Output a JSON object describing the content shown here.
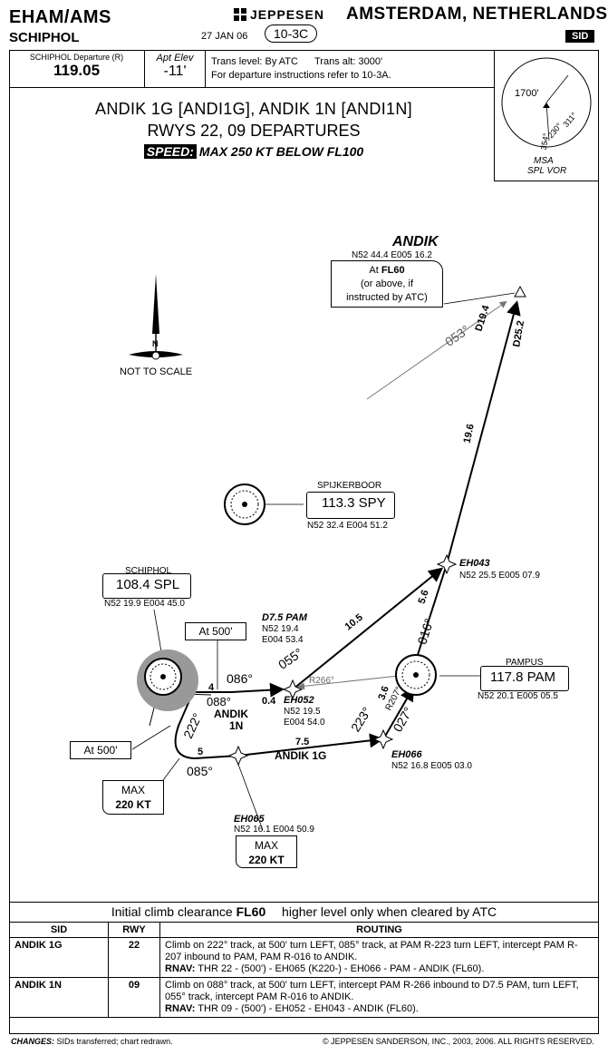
{
  "header": {
    "airport_id": "EHAM/AMS",
    "airport_name": "SCHIPHOL",
    "publisher": "JEPPESEN",
    "city": "AMSTERDAM, NETHERLANDS",
    "date": "27 JAN 06",
    "page": "10-3C",
    "chart_type": "SID"
  },
  "info": {
    "freq_label": "SCHIPHOL Departure (R)",
    "freq": "119.05",
    "elev_label": "Apt Elev",
    "elev": "-11'",
    "trans_level": "Trans level: By ATC",
    "trans_alt": "Trans alt: 3000'",
    "instructions": "For departure instructions refer to 10-3A."
  },
  "msa": {
    "alt": "1700'",
    "radial1": "311°",
    "radial2": "230°",
    "radial3": "354°",
    "label": "MSA",
    "sublabel": "SPL VOR"
  },
  "title": {
    "line1": "ANDIK 1G [ANDI1G], ANDIK 1N [ANDI1N]",
    "line2": "RWYS 22, 09 DEPARTURES",
    "speed_tag": "SPEED:",
    "speed_text": "MAX 250 KT BELOW FL100"
  },
  "map": {
    "north": "N",
    "not_to_scale": "NOT TO SCALE",
    "andik_name": "ANDIK",
    "andik_coords": "N52 44.4 E005 16.2",
    "andik_box_l1": "At",
    "andik_box_fl": "FL60",
    "andik_box_l2": "(or above, if",
    "andik_box_l3": "instructed by ATC)",
    "trk053": "053°",
    "d194": "D19.4",
    "d252": "D25.2",
    "leg196": "19.6",
    "spy_name": "SPIJKERBOOR",
    "spy_freq": "113.3 SPY",
    "spy_coords": "N52 32.4 E004 51.2",
    "eh043": "EH043",
    "eh043_coords": "N52 25.5 E005 07.9",
    "spl_name": "SCHIPHOL",
    "spl_freq": "108.4 SPL",
    "spl_coords": "N52 19.9 E004 45.0",
    "d75pam": "D7.5 PAM",
    "d75_coords1": "N52 19.4",
    "d75_coords2": "E004 53.4",
    "leg105": "10.5",
    "leg56": "5.6",
    "trk016": "016°",
    "at500a": "At 500'",
    "trk055": "055°",
    "r266": "R266°",
    "trk086": "086°",
    "leg4": "4",
    "leg04": "0.4",
    "eh052": "EH052",
    "eh052_coords1": "N52 19.5",
    "eh052_coords2": "E004 54.0",
    "trk088": "088°",
    "andik1n": "ANDIK",
    "andik1n_b": "1N",
    "pam_name": "PAMPUS",
    "pam_freq": "117.8 PAM",
    "pam_coords": "N52 20.1 E005 05.5",
    "trk222": "222°",
    "at500b": "At 500'",
    "leg5": "5",
    "leg75": "7.5",
    "andik1g": "ANDIK 1G",
    "trk223": "223°",
    "leg36": "3.6",
    "r207": "R207°",
    "trk027": "027°",
    "eh066": "EH066",
    "eh066_coords": "N52 16.8 E005 03.0",
    "trk085": "085°",
    "max1_l1": "MAX",
    "max1_l2": "220 KT",
    "eh065": "EH065",
    "eh065_coords": "N52 16.1 E004 50.9",
    "max2_l1": "MAX",
    "max2_l2": "220 KT"
  },
  "routing": {
    "clearance_pre": "Initial climb clearance",
    "clearance_fl": "FL60",
    "clearance_post": "higher level only when cleared by ATC",
    "col_sid": "SID",
    "col_rwy": "RWY",
    "col_routing": "ROUTING",
    "rows": [
      {
        "sid": "ANDIK 1G",
        "rwy": "22",
        "text": "Climb on 222° track, at 500' turn LEFT, 085° track, at PAM R-223 turn LEFT, intercept PAM R-207 inbound to PAM, PAM R-016 to ANDIK.",
        "rnav_label": "RNAV:",
        "rnav": "THR 22 - (500') - EH065 (K220-) - EH066 - PAM - ANDIK (FL60)."
      },
      {
        "sid": "ANDIK 1N",
        "rwy": "09",
        "text": "Climb on 088° track, at 500' turn LEFT, intercept PAM R-266 inbound to D7.5 PAM, turn LEFT, 055° track, intercept PAM R-016 to ANDIK.",
        "rnav_label": "RNAV:",
        "rnav": "THR 09 - (500') - EH052 - EH043 - ANDIK (FL60)."
      }
    ]
  },
  "footer": {
    "changes_label": "CHANGES:",
    "changes": "SIDs transferred; chart redrawn.",
    "copyright": "© JEPPESEN SANDERSON, INC., 2003, 2006. ALL RIGHTS RESERVED."
  }
}
